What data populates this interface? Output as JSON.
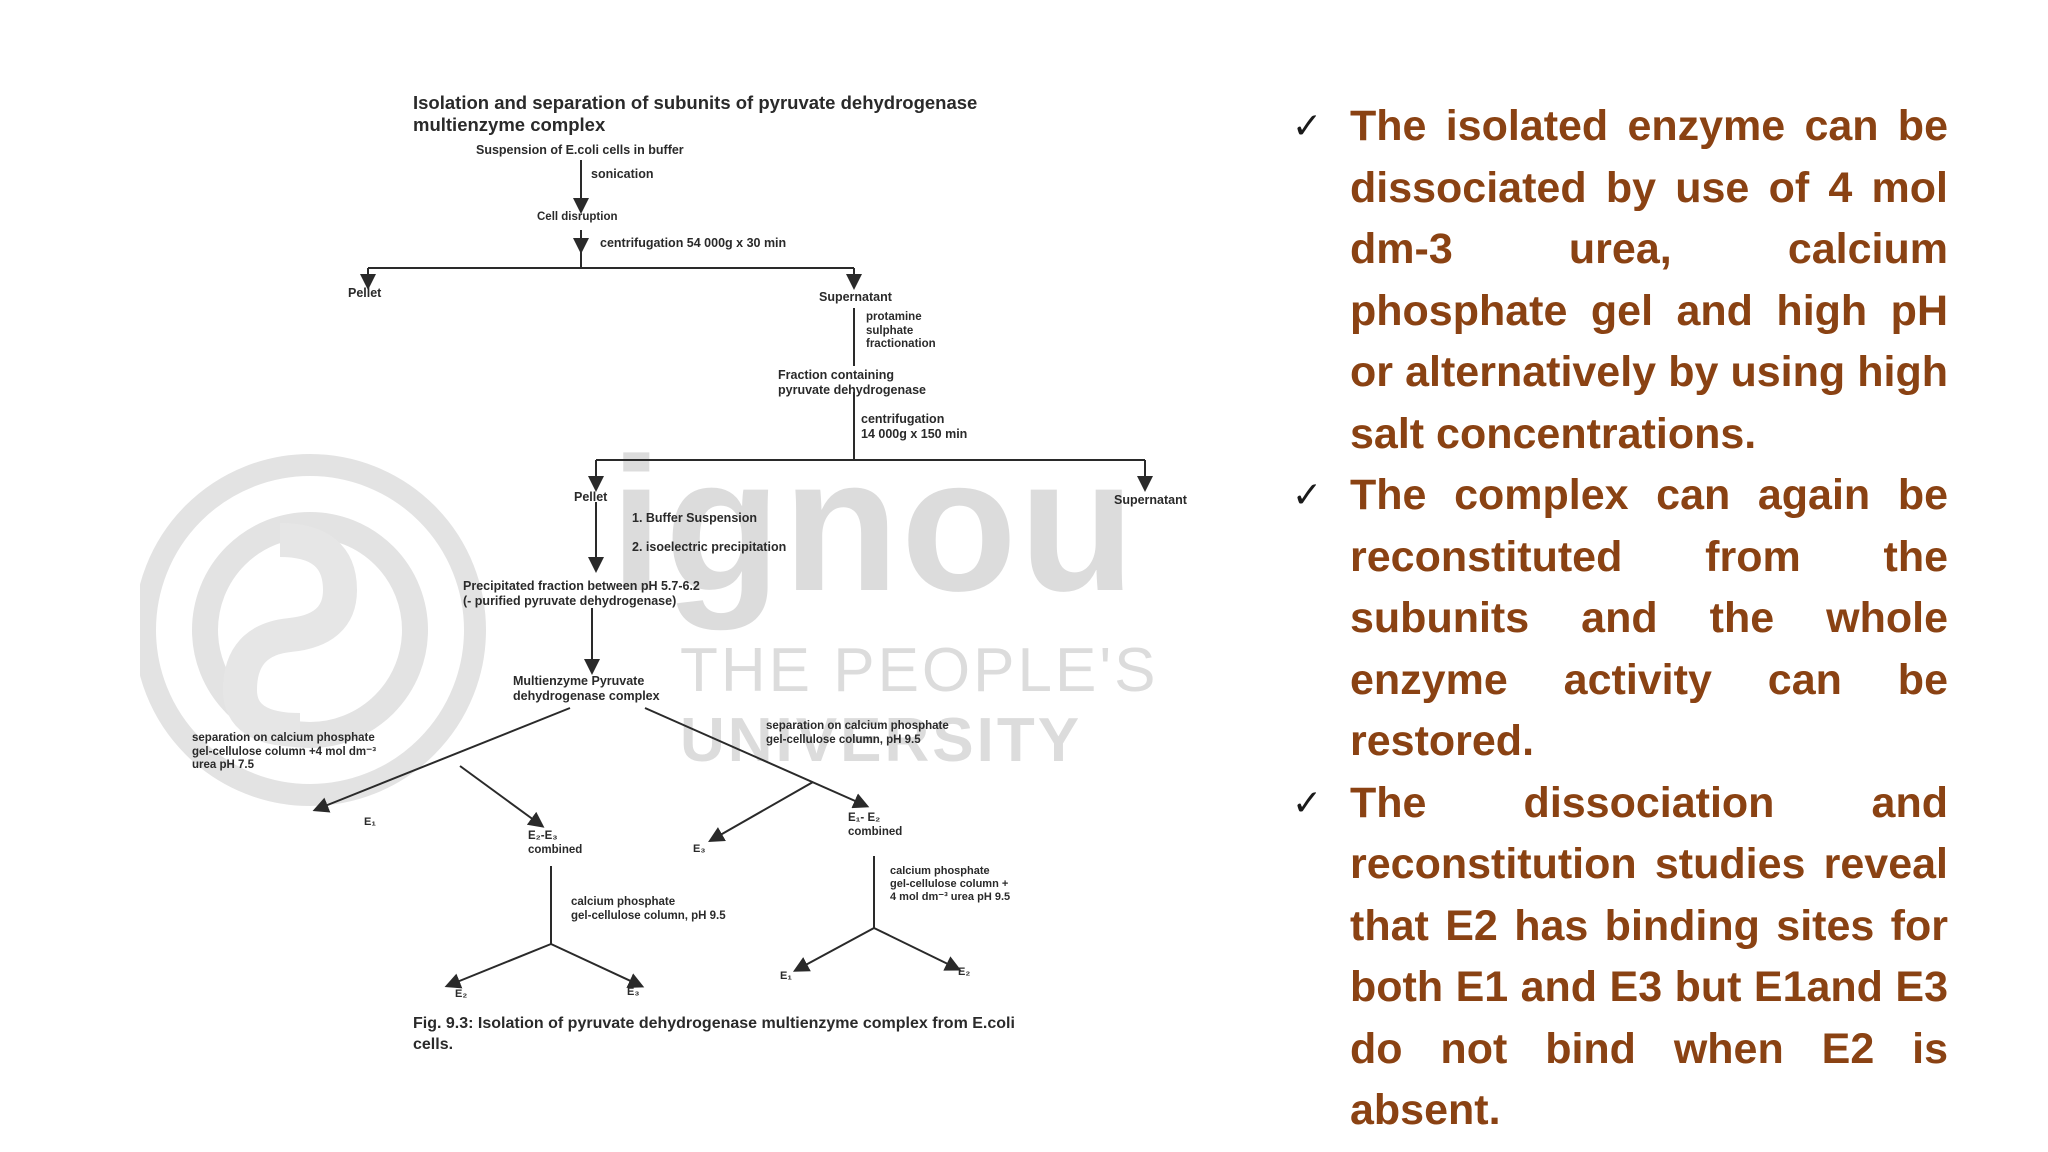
{
  "figure": {
    "title": "Isolation and separation of subunits of pyruvate dehydrogenase\nmultienzyme complex",
    "nodes": {
      "start": "Suspension of E.coli cells in buffer",
      "sonication": "sonication",
      "disruption": "Cell disruption",
      "centrifugation1": "centrifugation 54 000g x 30 min",
      "pellet1": "Pellet",
      "supernatant1": "Supernatant",
      "protamine": "protamine\nsulphate\nfractionation",
      "fraction": "Fraction containing\npyruvate dehydrogenase",
      "centrifugation2": "centrifugation\n14 000g x 150 min",
      "pellet2": "Pellet",
      "supernatant2": "Supernatant",
      "step1": "1. Buffer Suspension",
      "step2": "2. isoelectric precipitation",
      "precipitated": "Precipitated fraction between pH 5.7-6.2\n(- purified pyruvate dehydrogenase)",
      "complex": "Multienzyme Pyruvate\ndehydrogenase complex",
      "sepLeft": "separation on calcium phosphate\ngel-cellulose column +4 mol dm⁻³\nurea pH 7.5",
      "sepRight": "separation on calcium phosphate\ngel-cellulose column, pH 9.5",
      "e1a": "E₁",
      "e2e3": "E₂-E₃\ncombined",
      "e3a": "E₃",
      "e1e2": "E₁- E₂\ncombined",
      "colLeft": "calcium phosphate\ngel-cellulose column, pH 9.5",
      "colRight": "calcium phosphate\ngel-cellulose column +\n4 mol dm⁻³ urea pH 9.5",
      "e2a": "E₂",
      "e3b": "E₃",
      "e1b": "E₁",
      "e2b": "E₂"
    },
    "caption": "Fig. 9.3:  Isolation of pyruvate dehydrogenase multienzyme complex from E.coli\n            cells.",
    "watermark": {
      "line1": "ignou",
      "line2": "THE PEOPLE'S",
      "line3": "UNIVERSITY"
    }
  },
  "bullets": [
    "The isolated enzyme can be dissociated by use of 4 mol dm-3 urea, calcium phosphate gel and high pH or alternatively by using high salt concentrations.",
    "The complex can again be reconstituted from the subunits and the whole enzyme activity can be restored.",
    "The dissociation and reconstitution studies reveal that E2 has binding sites for both E1 and E3 but E1and E3 do not bind when E2 is absent."
  ],
  "check_glyph": "✓",
  "colors": {
    "text_accent": "#8a4213",
    "figure_ink": "#2a2a2a",
    "watermark": "#dcdcdc"
  }
}
